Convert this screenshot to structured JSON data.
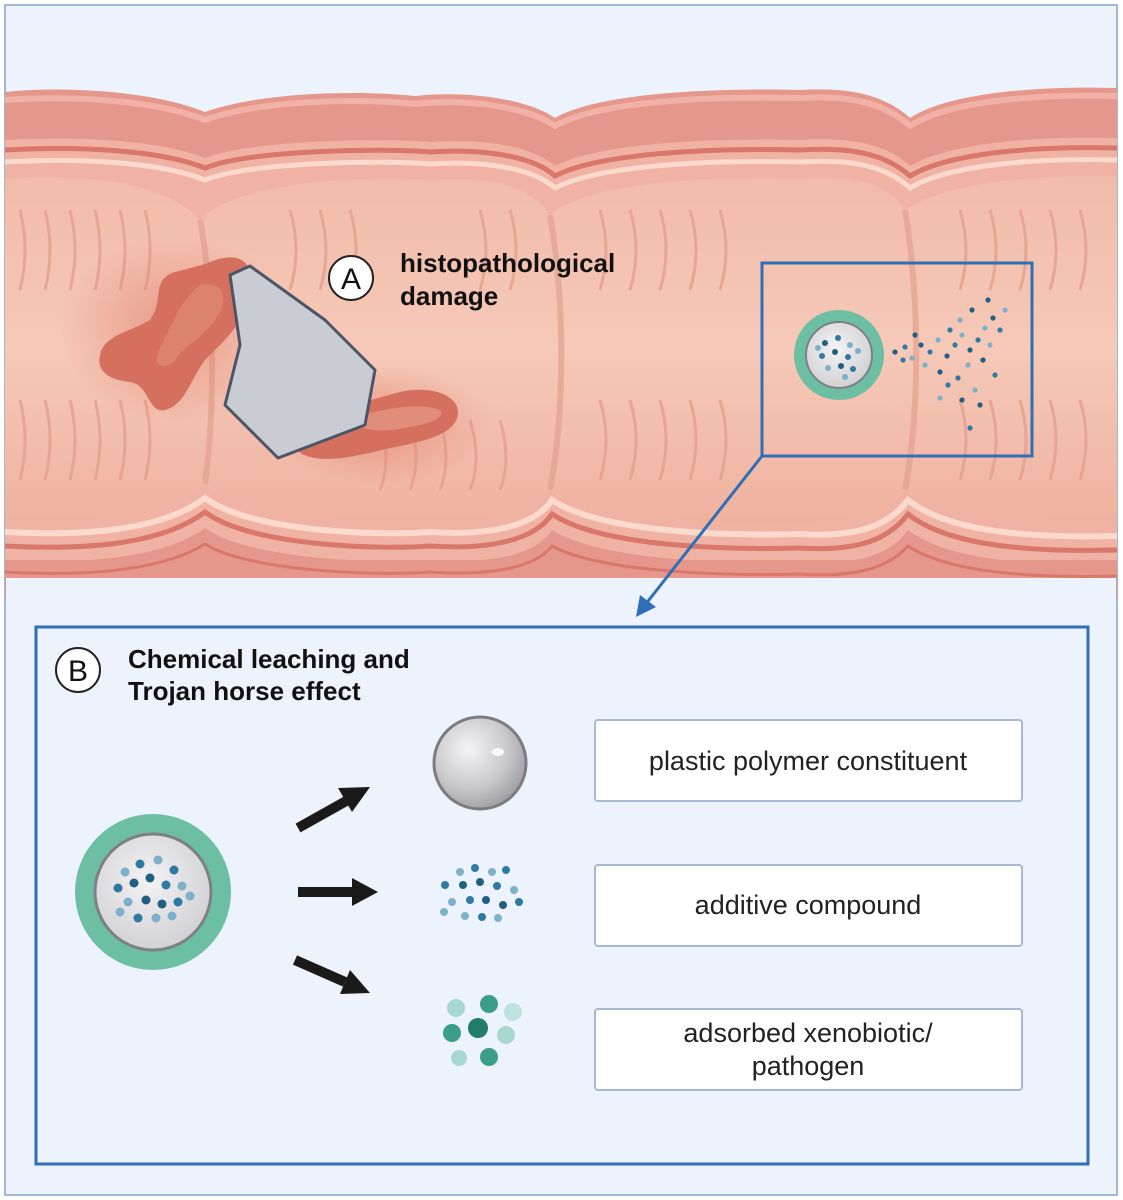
{
  "panel_a": {
    "letter": "A",
    "title_lines": [
      "histopathological",
      "damage"
    ]
  },
  "panel_b": {
    "letter": "B",
    "title_lines": [
      "Chemical leaching and",
      "Trojan horse effect"
    ]
  },
  "legend": {
    "items": [
      {
        "id": "polymer",
        "lines": [
          "plastic polymer constituent"
        ]
      },
      {
        "id": "additive",
        "lines": [
          "additive compound"
        ]
      },
      {
        "id": "xenobiotic",
        "lines": [
          "adsorbed xenobiotic/",
          "pathogen"
        ]
      }
    ]
  },
  "colors": {
    "background": "#edf3fc",
    "frame_blue": "#2f6fb8",
    "intestine_outer": "#d9827a",
    "intestine_lumen": "#efb3a2",
    "lesion": "#d6705e",
    "plastic_fragment": "#c9ccd3",
    "particle_ring": "#6dbfa3",
    "additive_dot": "#2a7197",
    "xenobiotic_dot": "#3a9e8a"
  }
}
